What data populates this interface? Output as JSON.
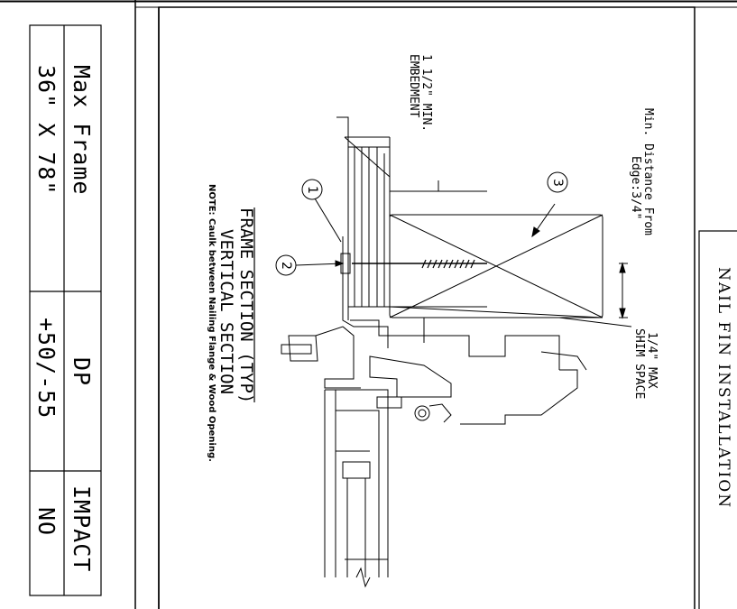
{
  "spec_table": {
    "headers": [
      "Max Frame",
      "DP",
      "IMPACT"
    ],
    "values": [
      "36\" X 78\"",
      "+50/-55",
      "NO"
    ]
  },
  "section": {
    "title": "FRAME SECTION (TYP)",
    "subtitle": "VERTICAL SECTION",
    "note": "NOTE: Caulk between Nailing Flange & Wood Opening."
  },
  "callouts": {
    "embedment_line1": "1 1/2\" MIN.",
    "embedment_line2": "EMBEDMENT",
    "edge_line1": "Min. Distance From",
    "edge_line2": "Edge:3/4\"",
    "shim_line1": "1/4\" MAX",
    "shim_line2": "SHIM SPACE",
    "marker_1": "1",
    "marker_2": "2",
    "marker_3": "3"
  },
  "side_panel": {
    "title": "NAIL FIN INSTALLATION"
  }
}
